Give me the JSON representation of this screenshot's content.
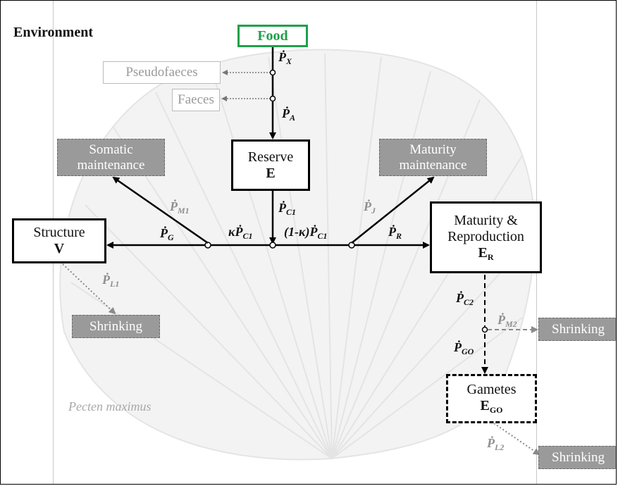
{
  "title": "Environment",
  "species": "Pecten maximus",
  "nodes": {
    "food": "Food",
    "pseudofaeces": "Pseudofaeces",
    "faeces": "Faeces",
    "reserve": {
      "line1": "Reserve",
      "line2": "E"
    },
    "structure": {
      "line1": "Structure",
      "line2": "V"
    },
    "maturity": {
      "line1": "Maturity &",
      "line2": "Reproduction",
      "line3": "E",
      "line3_sub": "R"
    },
    "somatic_maintenance": {
      "line1": "Somatic",
      "line2": "maintenance"
    },
    "maturity_maintenance": {
      "line1": "Maturity",
      "line2": "maintenance"
    },
    "shrinking_structure": "Shrinking",
    "shrinking_reproduction": "Shrinking",
    "shrinking_gametes": "Shrinking",
    "gametes": {
      "line1": "Gametes",
      "line2": "E",
      "line2_sub": "GO"
    }
  },
  "fluxes": {
    "px": {
      "sym": "Ṗ",
      "sub": "X"
    },
    "pa": {
      "sym": "Ṗ",
      "sub": "A"
    },
    "pc1": {
      "sym": "Ṗ",
      "sub": "C1"
    },
    "pm1": {
      "sym": "Ṗ",
      "sub": "M1"
    },
    "pj": {
      "sym": "Ṗ",
      "sub": "J"
    },
    "pg": {
      "sym": "Ṗ",
      "sub": "G"
    },
    "kappa": {
      "prefix": "κ",
      "sym": "Ṗ",
      "sub": "C1"
    },
    "one_minus_kappa": {
      "prefix": "(1-κ)",
      "sym": "Ṗ",
      "sub": "C1"
    },
    "pr": {
      "sym": "Ṗ",
      "sub": "R"
    },
    "pl1": {
      "sym": "Ṗ",
      "sub": "L1"
    },
    "pc2": {
      "sym": "Ṗ",
      "sub": "C2"
    },
    "pm2": {
      "sym": "Ṗ",
      "sub": "M2"
    },
    "pgo": {
      "sym": "Ṗ",
      "sub": "GO"
    },
    "pl2": {
      "sym": "Ṗ",
      "sub": "L2"
    }
  },
  "colors": {
    "food": "#1fa04a",
    "gray_box": "#9a9a9a",
    "waste_text": "#9a9a9a"
  }
}
